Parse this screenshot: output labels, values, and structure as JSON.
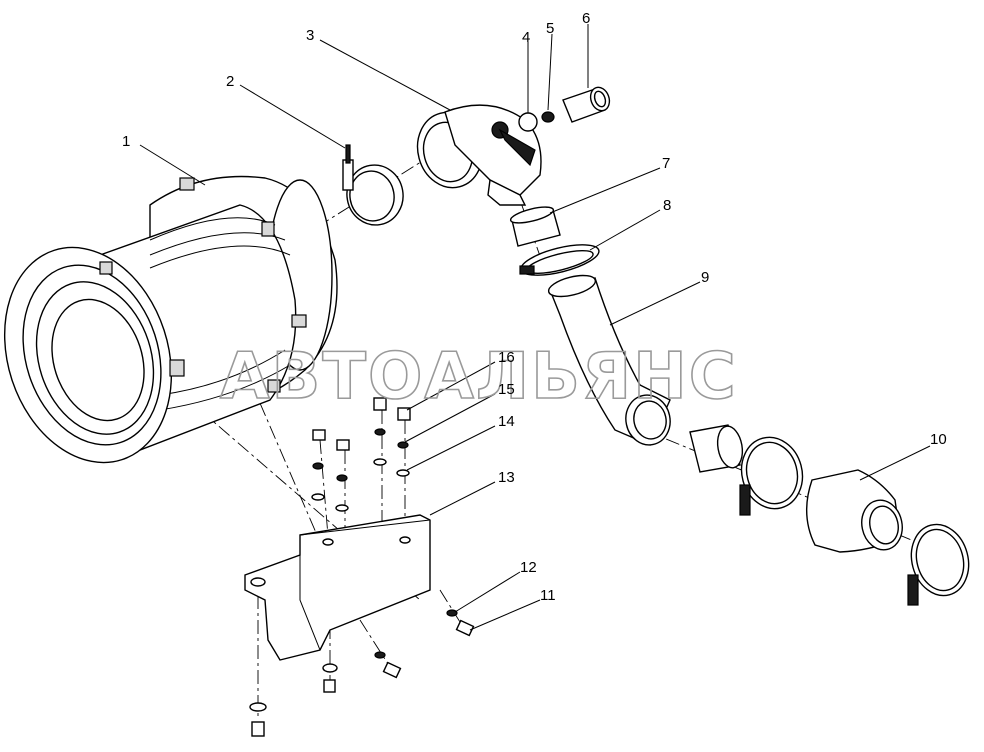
{
  "watermark": "АВТОАЛЬЯНС",
  "callouts": [
    {
      "id": "1",
      "label": "1"
    },
    {
      "id": "2",
      "label": "2"
    },
    {
      "id": "3",
      "label": "3"
    },
    {
      "id": "4",
      "label": "4"
    },
    {
      "id": "5",
      "label": "5"
    },
    {
      "id": "6",
      "label": "6"
    },
    {
      "id": "7",
      "label": "7"
    },
    {
      "id": "8",
      "label": "8"
    },
    {
      "id": "9",
      "label": "9"
    },
    {
      "id": "10",
      "label": "10"
    },
    {
      "id": "11",
      "label": "11"
    },
    {
      "id": "12",
      "label": "12"
    },
    {
      "id": "13",
      "label": "13"
    },
    {
      "id": "14",
      "label": "14"
    },
    {
      "id": "15",
      "label": "15"
    },
    {
      "id": "16",
      "label": "16"
    }
  ],
  "colors": {
    "line": "#000000",
    "watermark": "#9a9a9a",
    "background": "#ffffff"
  }
}
